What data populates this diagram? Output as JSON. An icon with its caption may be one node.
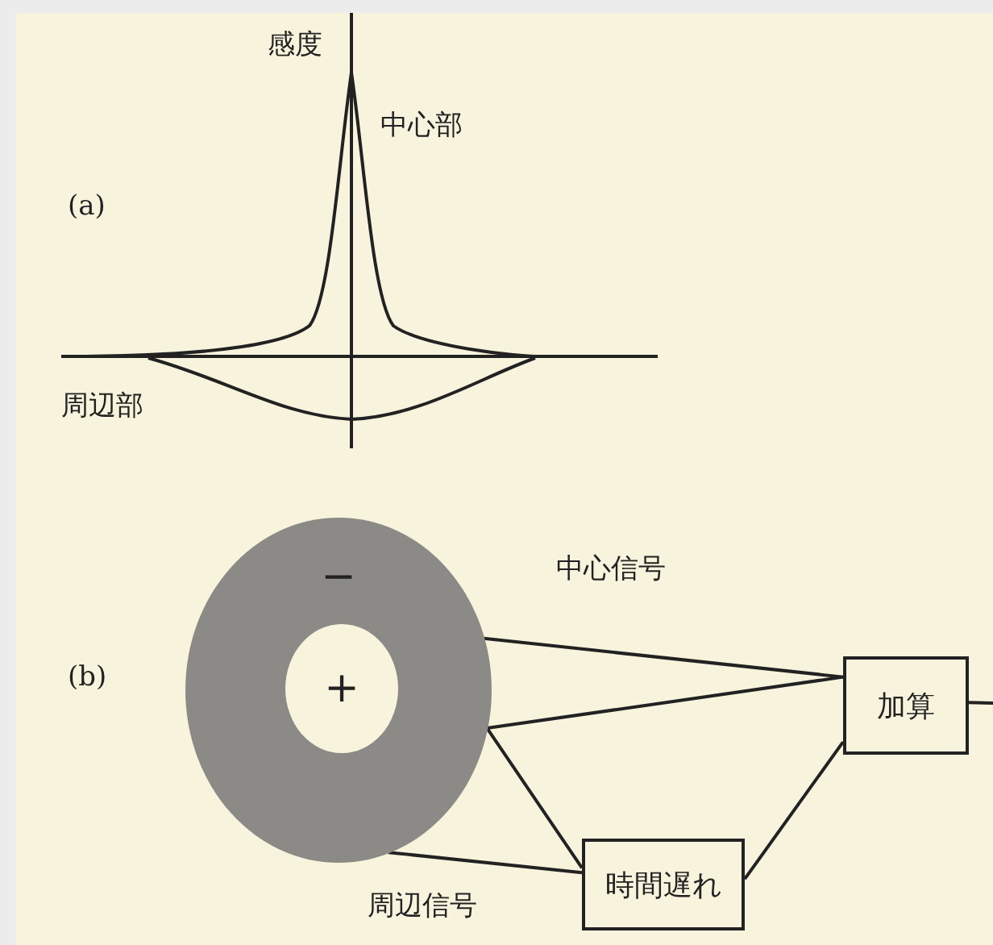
{
  "diagram": {
    "nodes": [
      {
        "text": [
          "−"
        ]
      },
      {
        "text": [
          "+"
        ],
        "in": 0
      },
      {
        "text": [
          "加算"
        ]
      },
      {
        "text": [
          "時間遅れ"
        ]
      }
    ],
    "edges": [
      {
        "from": 0,
        "to": 2,
        "arrow": "none",
        "label": "中心信号"
      },
      {
        "from": 0,
        "to": 2,
        "arrow": "none"
      },
      {
        "from": 0,
        "to": 3,
        "arrow": "none"
      },
      {
        "from": 0,
        "to": 3,
        "arrow": "none",
        "label": "周辺信号"
      },
      {
        "from": 3,
        "to": 2,
        "arrow": "none"
      },
      {
        "from": 2,
        "to": null,
        "arrow": "none"
      }
    ],
    "labels": [
      "感度",
      "中心部",
      "(a)",
      "周辺部",
      "(b)"
    ]
  }
}
